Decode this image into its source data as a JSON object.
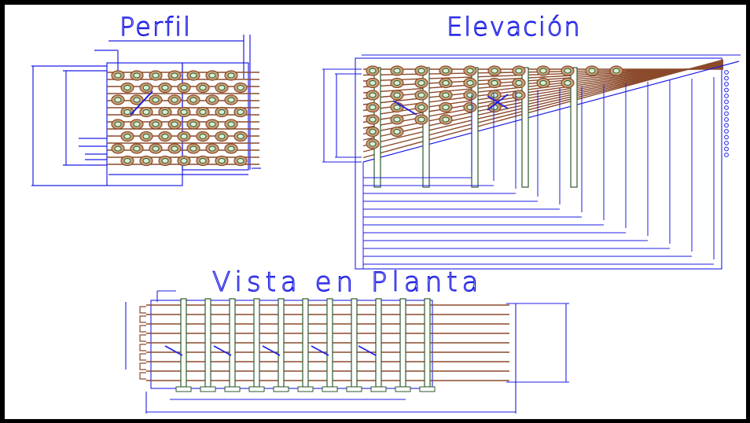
{
  "drawing": {
    "views": {
      "profile": {
        "title": "Perfil"
      },
      "elevation": {
        "title": "Elevación"
      },
      "plan": {
        "title": "Vista en Planta"
      }
    },
    "colors": {
      "background": "#ffffff",
      "frame": "#000000",
      "dimension": "#1e1ee6",
      "tube": "#8b4a2b",
      "tube_fill": "#c9a27a",
      "fin": "#2d5a2d",
      "fin_fill": "#d8f0d8"
    }
  }
}
